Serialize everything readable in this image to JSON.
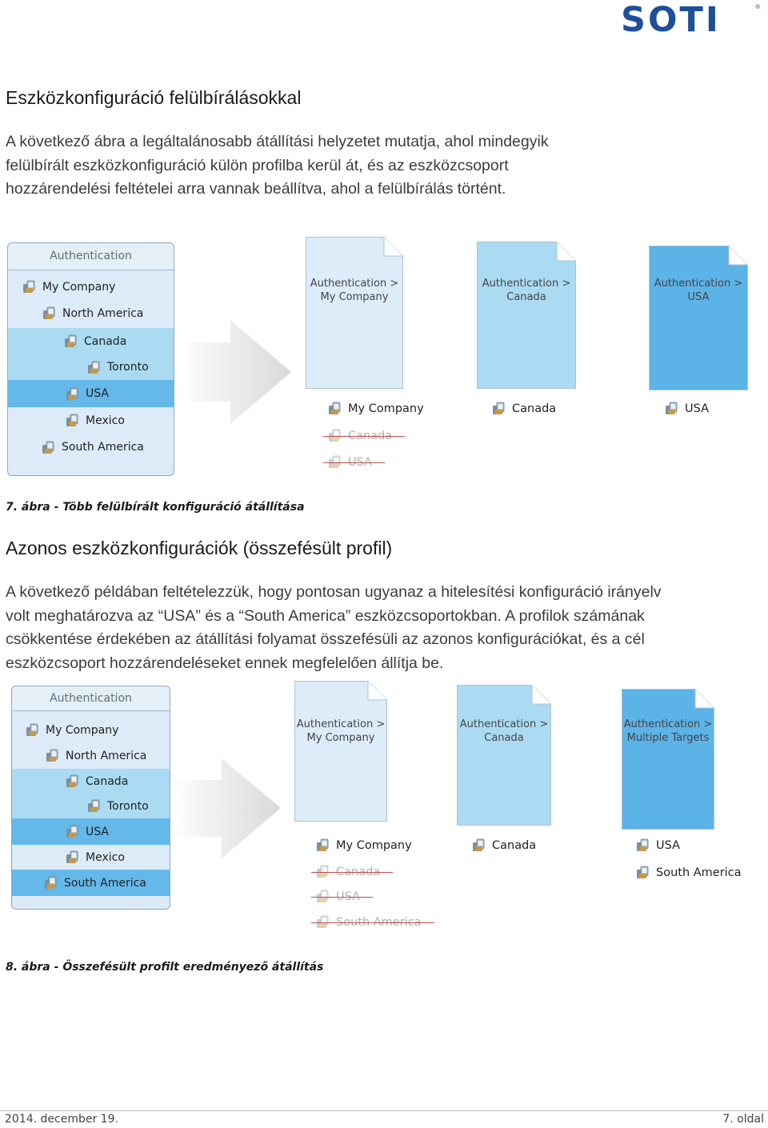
{
  "header": {
    "logo_text": "SOTI",
    "logo_reg": "®"
  },
  "section1": {
    "title": "Eszközkonfiguráció felülbírálásokkal",
    "paragraph_lines": [
      "A következő ábra a legáltalánosabb átállítási helyzetet mutatja, ahol mindegyik",
      "felülbírált eszközkonfiguráció külön profilba kerül át, és az eszközcsoport",
      "hozzárendelési feltételei arra vannak beállítva, ahol a felülbírálás történt."
    ]
  },
  "figure1": {
    "tree_header": "Authentication",
    "tree_items": [
      "My Company",
      "North America",
      "Canada",
      "Toronto",
      "USA",
      "Mexico",
      "South America"
    ],
    "docs": [
      {
        "title_line1": "Authentication >",
        "title_line2": "My Company",
        "color": "#dcecf9",
        "labels": [
          {
            "text": "My Company",
            "struck": false
          },
          {
            "text": "Canada",
            "struck": true
          },
          {
            "text": "USA",
            "struck": true
          }
        ]
      },
      {
        "title_line1": "Authentication >",
        "title_line2": "Canada",
        "color": "#aadbf2",
        "labels": [
          {
            "text": "Canada",
            "struck": false
          }
        ]
      },
      {
        "title_line1": "Authentication >",
        "title_line2": "USA",
        "color": "#5cb3e8",
        "labels": [
          {
            "text": "USA",
            "struck": false
          }
        ]
      }
    ],
    "caption": "7. ábra - Több felülbírált konfiguráció átállítása"
  },
  "section2": {
    "title": "Azonos eszközkonfigurációk (összefésült profil)",
    "paragraph_lines": [
      "A következő példában feltételezzük, hogy pontosan ugyanaz a hitelesítési konfiguráció irányelv",
      "volt meghatározva az “USA” és a “South America” eszközcsoportokban. A profilok számának",
      "csökkentése érdekében az átállítási folyamat összefésüli az azonos konfigurációkat, és a cél",
      "eszközcsoport hozzárendeléseket ennek megfelelően állítja be."
    ]
  },
  "figure2": {
    "tree_header": "Authentication",
    "tree_items": [
      "My Company",
      "North America",
      "Canada",
      "Toronto",
      "USA",
      "Mexico",
      "South America"
    ],
    "docs": [
      {
        "title_line1": "Authentication >",
        "title_line2": "My Company",
        "color": "#dcecf9",
        "labels": [
          {
            "text": "My Company",
            "struck": false
          },
          {
            "text": "Canada",
            "struck": true
          },
          {
            "text": "USA",
            "struck": true
          },
          {
            "text": "South America",
            "struck": true
          }
        ]
      },
      {
        "title_line1": "Authentication >",
        "title_line2": "Canada",
        "color": "#aadbf2",
        "labels": [
          {
            "text": "Canada",
            "struck": false
          }
        ]
      },
      {
        "title_line1": "Authentication >",
        "title_line2": "Multiple Targets",
        "color": "#5cb3e8",
        "labels": [
          {
            "text": "USA",
            "struck": false
          },
          {
            "text": "South America",
            "struck": false
          }
        ]
      }
    ],
    "caption": "8. ábra - Összefésült profilt eredményező átállítás"
  },
  "footer": {
    "date": "2014. december 19.",
    "page": "7. oldal"
  }
}
